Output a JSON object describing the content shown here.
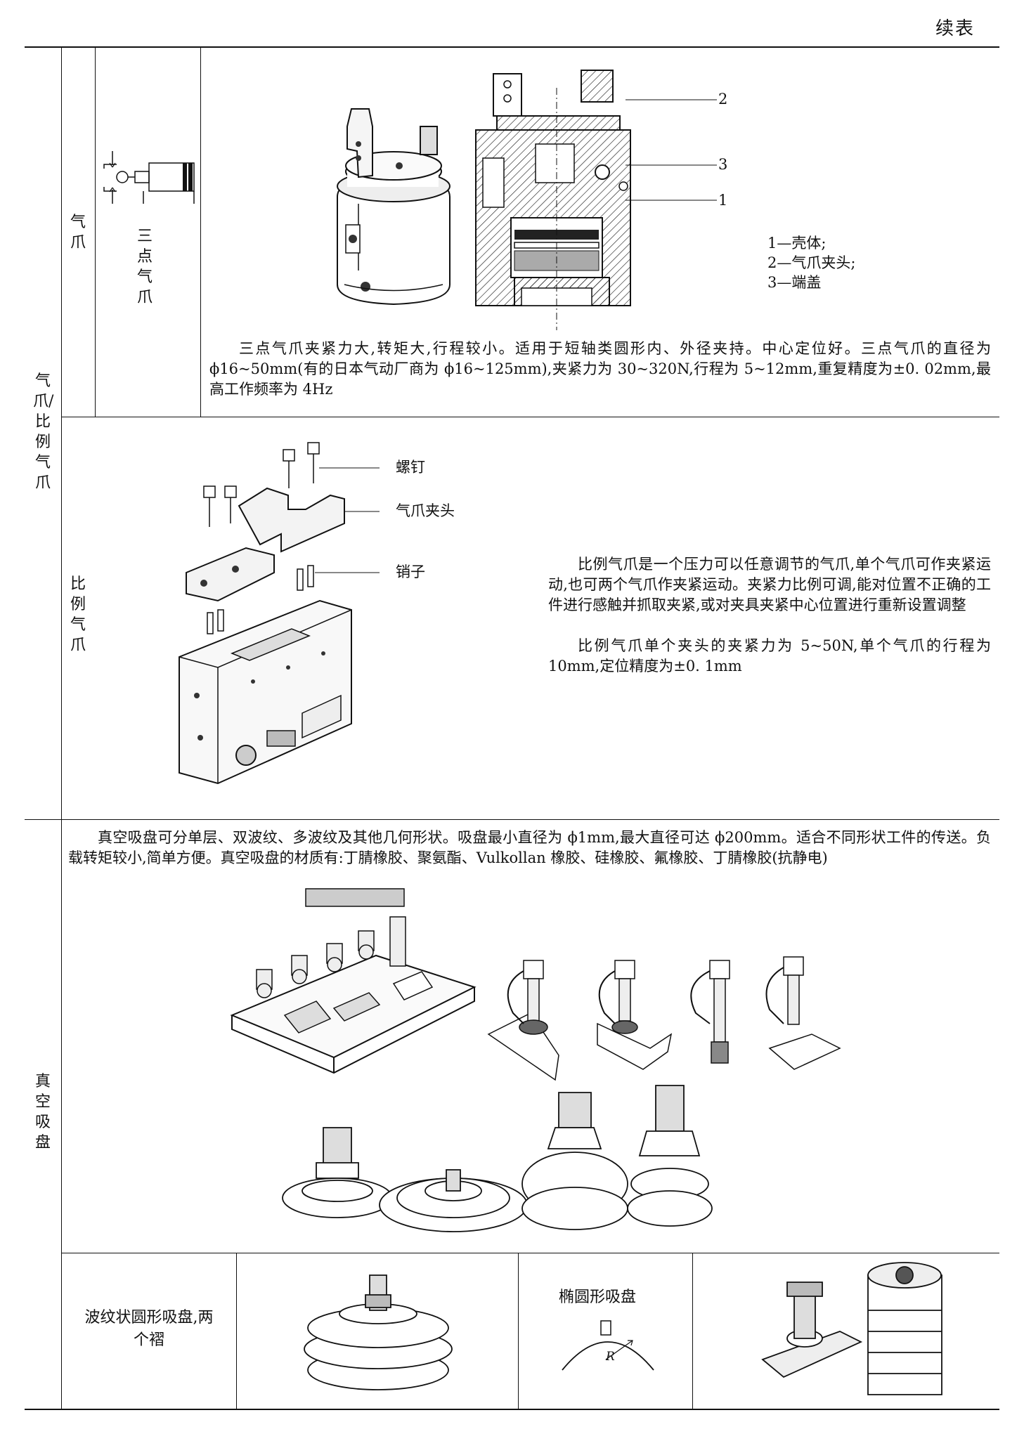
{
  "header": {
    "continued": "续表"
  },
  "section_gripper": {
    "category": "气爪/比例气爪",
    "three_point": {
      "name": "气爪",
      "sub_name": "三点气爪",
      "callouts": [
        "2",
        "3",
        "1"
      ],
      "legend": [
        "1—壳体;",
        "2—气爪夹头;",
        "3—端盖"
      ],
      "description": "三点气爪夹紧力大,转矩大,行程较小。适用于短轴类圆形内、外径夹持。中心定位好。三点气爪的直径为 ϕ16~50mm(有的日本气动厂商为 ϕ16~125mm),夹紧力为 30~320N,行程为 5~12mm,重复精度为±0. 02mm,最高工作频率为 4Hz"
    },
    "proportional": {
      "name": "比例气爪",
      "callouts": [
        "螺钉",
        "气爪夹头",
        "销子"
      ],
      "description_1": "比例气爪是一个压力可以任意调节的气爪,单个气爪可作夹紧运动,也可两个气爪作夹紧运动。夹紧力比例可调,能对位置不正确的工件进行感触并抓取夹紧,或对夹具夹紧中心位置进行重新设置调整",
      "description_2": "比例气爪单个夹头的夹紧力为 5~50N,单个气爪的行程为 10mm,定位精度为±0. 1mm"
    }
  },
  "section_vacuum": {
    "category": "真空吸盘",
    "description": "真空吸盘可分单层、双波纹、多波纹及其他几何形状。吸盘最小直径为 ϕ1mm,最大直径可达 ϕ200mm。适合不同形状工件的传送。负载转矩较小,简单方便。真空吸盘的材质有:丁腈橡胶、聚氨酯、Vulkollan 橡胶、硅橡胶、氟橡胶、丁腈橡胶(抗静电)",
    "bellows_label": "波纹状圆形吸盘,两个褶",
    "oval_label": "椭圆形吸盘",
    "oval_symbol": "R"
  }
}
